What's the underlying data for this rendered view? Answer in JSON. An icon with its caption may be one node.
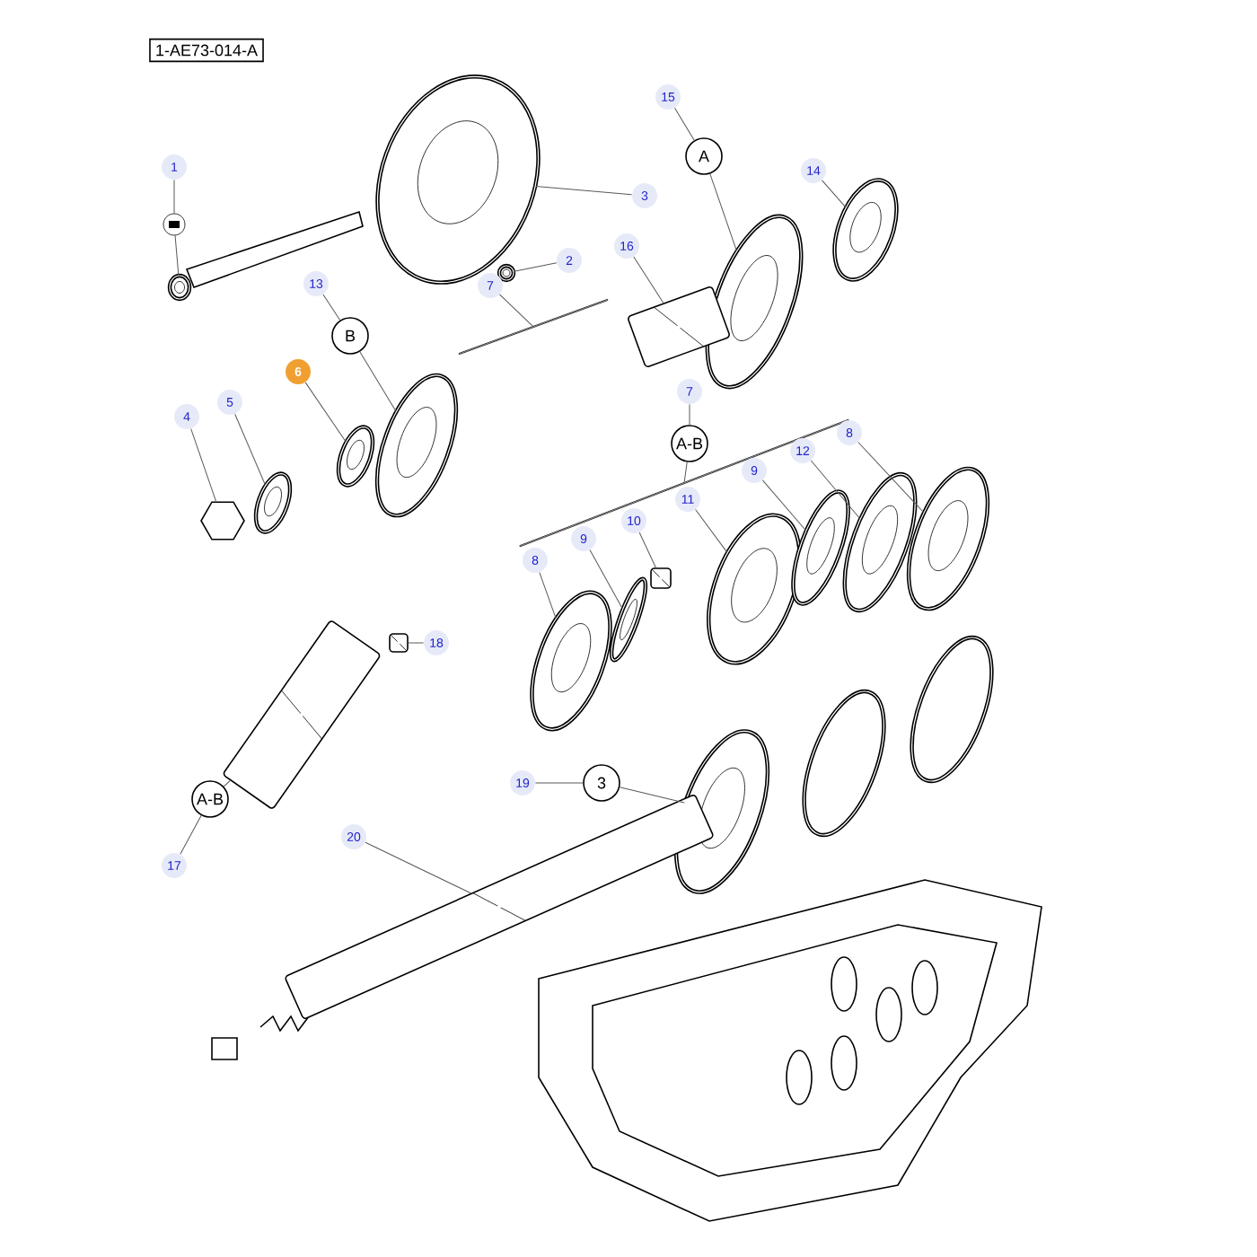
{
  "diagram": {
    "nodes": [
      {
        "text": [
          "1-AE73-014-A"
        ]
      },
      {
        "text": [
          "1"
        ]
      },
      {
        "text": [],
        "shape": "circle"
      },
      {
        "text": [],
        "shape": "picture"
      },
      {
        "text": [
          "2"
        ]
      },
      {
        "text": [],
        "shape": "picture"
      },
      {
        "text": [
          "3"
        ]
      },
      {
        "text": [],
        "shape": "picture"
      },
      {
        "text": [
          "15"
        ]
      },
      {
        "text": [
          "A"
        ]
      },
      {
        "text": [],
        "shape": "picture"
      },
      {
        "text": [
          "14"
        ]
      },
      {
        "text": [],
        "shape": "picture"
      },
      {
        "text": [
          "16"
        ]
      },
      {
        "text": [],
        "shape": "picture"
      },
      {
        "text": [
          "7"
        ]
      },
      {
        "text": [],
        "shape": "bracket"
      },
      {
        "text": [
          "13"
        ]
      },
      {
        "text": [
          "B"
        ]
      },
      {
        "text": [],
        "shape": "picture"
      },
      {
        "text": [
          "6"
        ]
      },
      {
        "text": [],
        "shape": "picture"
      },
      {
        "text": [
          "4"
        ]
      },
      {
        "text": [],
        "shape": "picture"
      },
      {
        "text": [
          "5"
        ]
      },
      {
        "text": [],
        "shape": "picture"
      },
      {
        "text": [
          "7"
        ]
      },
      {
        "text": [
          "A-B"
        ]
      },
      {
        "text": [],
        "shape": "bracket"
      },
      {
        "text": [
          "8"
        ]
      },
      {
        "text": [],
        "shape": "picture"
      },
      {
        "text": [
          "9"
        ]
      },
      {
        "text": [],
        "shape": "picture"
      },
      {
        "text": [
          "10"
        ]
      },
      {
        "text": [],
        "shape": "picture"
      },
      {
        "text": [
          "11"
        ]
      },
      {
        "text": [],
        "shape": "picture"
      },
      {
        "text": [
          "9"
        ]
      },
      {
        "text": [],
        "shape": "picture"
      },
      {
        "text": [
          "12"
        ]
      },
      {
        "text": [],
        "shape": "picture"
      },
      {
        "text": [
          "8"
        ]
      },
      {
        "text": [],
        "shape": "picture"
      },
      {
        "text": [
          "18"
        ]
      },
      {
        "text": [],
        "shape": "picture"
      },
      {
        "text": [
          "17"
        ]
      },
      {
        "text": [
          "A-B"
        ]
      },
      {
        "text": [],
        "shape": "picture"
      },
      {
        "text": [
          "19"
        ]
      },
      {
        "text": [
          "3"
        ]
      },
      {
        "text": [],
        "shape": "picture"
      },
      {
        "text": [
          "20"
        ]
      },
      {
        "text": [],
        "shape": "picture"
      }
    ],
    "edges": [
      {
        "from": 1,
        "to": 2,
        "arrow": "none"
      },
      {
        "from": 2,
        "to": 3,
        "arrow": "none"
      },
      {
        "from": 4,
        "to": 5,
        "arrow": "none"
      },
      {
        "from": 6,
        "to": 7,
        "arrow": "none"
      },
      {
        "from": 8,
        "to": 9,
        "arrow": "none"
      },
      {
        "from": 9,
        "to": 10,
        "arrow": "none"
      },
      {
        "from": 11,
        "to": 12,
        "arrow": "none"
      },
      {
        "from": 13,
        "to": 14,
        "arrow": "none"
      },
      {
        "from": 15,
        "to": 16,
        "arrow": "none"
      },
      {
        "from": 17,
        "to": 18,
        "arrow": "none"
      },
      {
        "from": 18,
        "to": 19,
        "arrow": "none"
      },
      {
        "from": 20,
        "to": 21,
        "arrow": "none"
      },
      {
        "from": 22,
        "to": 23,
        "arrow": "none"
      },
      {
        "from": 24,
        "to": 25,
        "arrow": "none"
      },
      {
        "from": 26,
        "to": 27,
        "arrow": "none"
      },
      {
        "from": 27,
        "to": 28,
        "arrow": "none"
      },
      {
        "from": 29,
        "to": 30,
        "arrow": "none"
      },
      {
        "from": 31,
        "to": 32,
        "arrow": "none"
      },
      {
        "from": 33,
        "to": 34,
        "arrow": "none"
      },
      {
        "from": 35,
        "to": 36,
        "arrow": "none"
      },
      {
        "from": 37,
        "to": 38,
        "arrow": "none"
      },
      {
        "from": 39,
        "to": 40,
        "arrow": "none"
      },
      {
        "from": 41,
        "to": 42,
        "arrow": "none"
      },
      {
        "from": 43,
        "to": 44,
        "arrow": "none"
      },
      {
        "from": 45,
        "to": 46,
        "arrow": "none"
      },
      {
        "from": 46,
        "to": 47,
        "arrow": "none"
      },
      {
        "from": 48,
        "to": 49,
        "arrow": "none"
      },
      {
        "from": 49,
        "to": 50,
        "arrow": "none"
      },
      {
        "from": 51,
        "to": 52,
        "arrow": "none"
      }
    ]
  }
}
